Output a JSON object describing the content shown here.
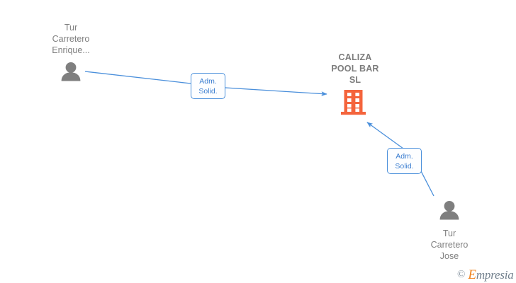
{
  "graph": {
    "background_color": "#ffffff",
    "edge_color": "#4a8fdb",
    "person_color": "#7f7f7f",
    "company_color": "#f4643c",
    "label_color": "#808080",
    "nodes": [
      {
        "id": "person-top",
        "type": "person",
        "icon": "person-icon",
        "label": "Tur\nCarretero\nEnrique...",
        "label_position": "above"
      },
      {
        "id": "company-center",
        "type": "company",
        "icon": "building-icon",
        "label": "CALIZA\nPOOL BAR\nSL",
        "label_position": "above"
      },
      {
        "id": "person-bottom",
        "type": "person",
        "icon": "person-icon",
        "label": "Tur\nCarretero\nJose",
        "label_position": "below"
      }
    ],
    "edges": [
      {
        "id": "edge-top",
        "from": "person-top",
        "to": "company-center",
        "chip_label": "Adm.\nSolid.",
        "direction": "to-company"
      },
      {
        "id": "edge-bottom",
        "from": "person-bottom",
        "to": "company-center",
        "chip_label": "Adm.\nSolid.",
        "direction": "to-company"
      }
    ]
  },
  "watermark": {
    "copyright": "©",
    "brand_initial": "E",
    "brand_rest": "mpresia"
  }
}
